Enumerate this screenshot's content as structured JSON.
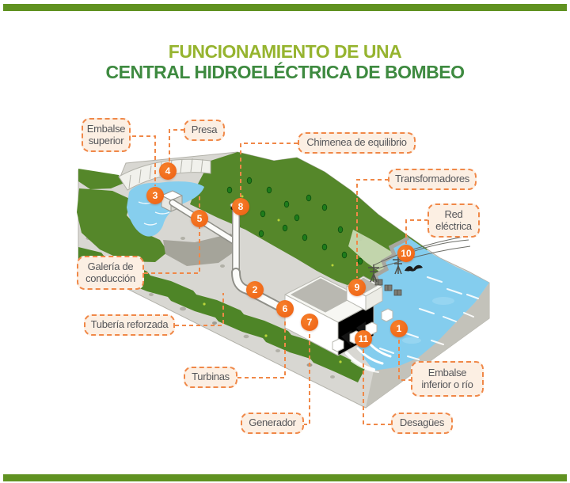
{
  "title": {
    "line1": "FUNCIONAMIENTO DE UNA",
    "line2": "CENTRAL HIDROELÉCTRICA DE BOMBEO"
  },
  "labels": [
    {
      "id": "embalse-superior",
      "text": "Embalse superior"
    },
    {
      "id": "presa",
      "text": "Presa"
    },
    {
      "id": "chimenea-de-equilibrio",
      "text": "Chimenea de equilibrio"
    },
    {
      "id": "transformadores",
      "text": "Transformadores"
    },
    {
      "id": "red-electrica",
      "text": "Red eléctrica"
    },
    {
      "id": "galeria-de-conduccion",
      "text": "Galería de conducción"
    },
    {
      "id": "tuberia-reforzada",
      "text": "Tubería reforzada"
    },
    {
      "id": "turbinas",
      "text": "Turbinas"
    },
    {
      "id": "generador",
      "text": "Generador"
    },
    {
      "id": "desagues",
      "text": "Desagües"
    },
    {
      "id": "embalse-inferior-o-rio",
      "text": "Embalse inferior o río"
    }
  ],
  "markers": [
    "1",
    "2",
    "3",
    "4",
    "5",
    "6",
    "7",
    "8",
    "9",
    "10",
    "11"
  ],
  "colors": {
    "bar_green": "#609221",
    "title_green_light": "#96b42f",
    "title_green_dark": "#3e8a40",
    "label_border": "#f08848",
    "label_bg": "#fcefe3",
    "label_text": "#55565a",
    "marker_orange": "#f2671c",
    "grass_green": "#55872a",
    "water_blue": "#84cdee",
    "rock_gray": "#d8d7d2",
    "switchyard_green": "#c8d9b3"
  }
}
